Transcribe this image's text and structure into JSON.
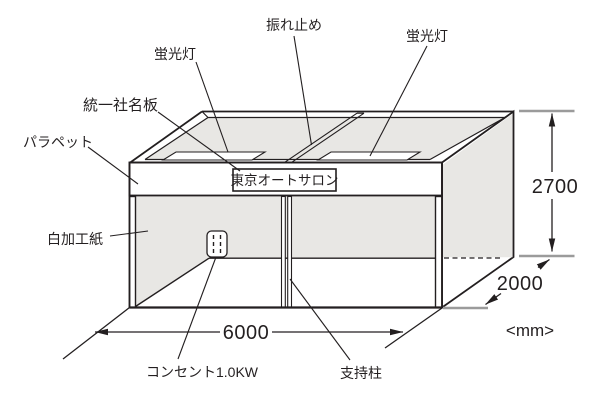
{
  "labels": {
    "sway_brace": "振れ止め",
    "fluorescent_left": "蛍光灯",
    "fluorescent_right": "蛍光灯",
    "company_name_board": "統一社名板",
    "parapet": "パラペット",
    "white_finish_paper": "白加工紙",
    "outlet": "コンセント1.0KW",
    "support_column": "支持柱"
  },
  "sign": {
    "text": "東京オートサロン"
  },
  "dimensions": {
    "height": "2700",
    "depth": "2000",
    "width": "6000",
    "unit": "<mm>"
  },
  "colors": {
    "line": "#231f20",
    "panel_gray": "#e8e7e4",
    "extension_gray": "#9b9b9b",
    "background": "#ffffff"
  }
}
